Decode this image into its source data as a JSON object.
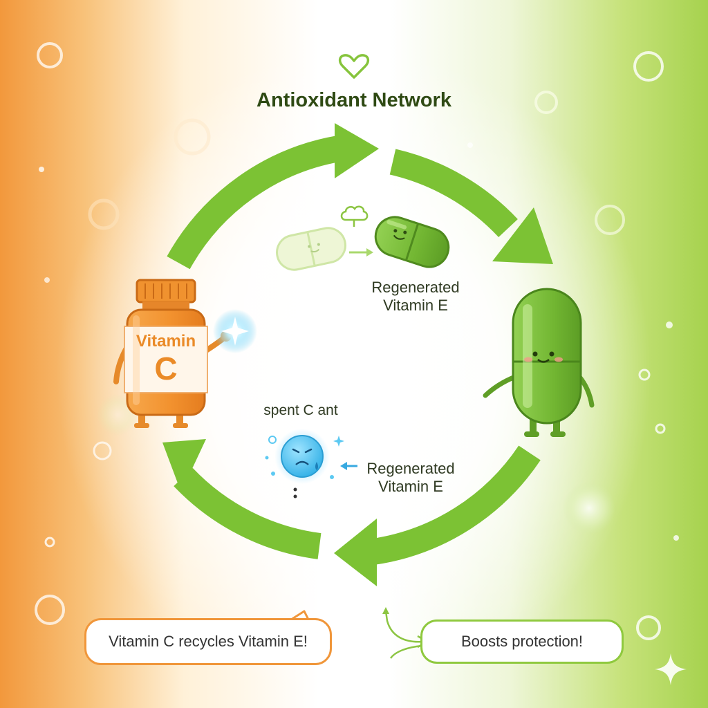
{
  "title": "Antioxidant Network",
  "labels": {
    "regenerated_top": "Regenerated\nVitamin E",
    "regenerated_bottom": "Regenerated\nVitamin E",
    "spent": "spent C ant",
    "vitamin_c_word": "Vitamin",
    "vitamin_c_letter": "C"
  },
  "bubbles": {
    "left": "Vitamin C recycles Vitamin E!",
    "right": "Boosts protection!"
  },
  "colors": {
    "cycle_arrow": "#7cc234",
    "vitamin_c": "#f0922f",
    "vitamin_e": "#76b833",
    "radical": "#5cc9f2",
    "title": "#2f4a14"
  },
  "icons": {
    "top": "heart-icon",
    "corner": "sparkle-icon",
    "cloud": "cloud-icon"
  }
}
